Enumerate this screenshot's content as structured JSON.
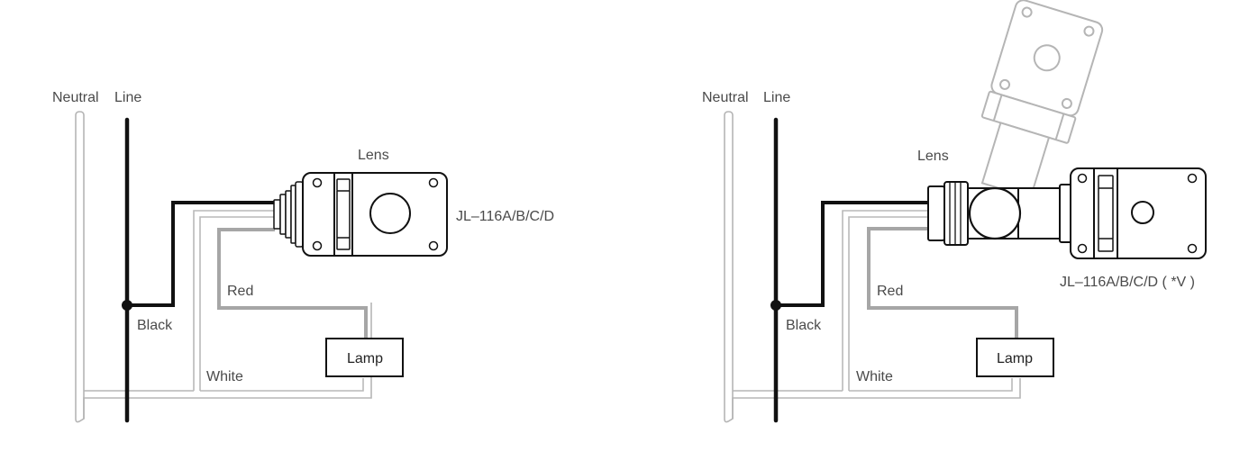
{
  "left": {
    "neutral_label": "Neutral",
    "line_label": "Line",
    "lens_label": "Lens",
    "model_label": "JL–116A/B/C/D",
    "red_label": "Red",
    "black_label": "Black",
    "white_label": "White",
    "lamp_label": "Lamp"
  },
  "right": {
    "neutral_label": "Neutral",
    "line_label": "Line",
    "lens_label": "Lens",
    "model_label": "JL–116A/B/C/D ( *V )",
    "red_label": "Red",
    "black_label": "Black",
    "white_label": "White",
    "lamp_label": "Lamp"
  },
  "colors": {
    "black_wire": "#111111",
    "white_wire": "#b9b9b9",
    "red_wire": "#a6a6a6",
    "ghost": "#b5b5b5"
  }
}
